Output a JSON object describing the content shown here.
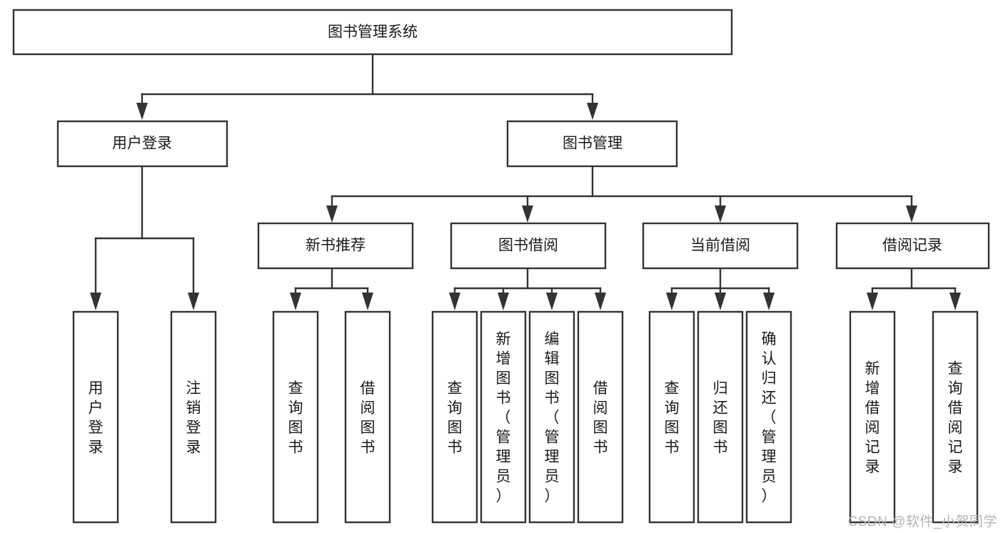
{
  "diagram": {
    "type": "tree-hierarchy",
    "title": "图书管理系统",
    "watermark": "CSDN @软件_小贺同学",
    "colors": {
      "stroke": "#333333",
      "fill": "#ffffff",
      "text": "#1a1a1a",
      "watermark": "#b4b4b4"
    },
    "levels": {
      "root": {
        "label": "图书管理系统"
      },
      "level2": [
        {
          "id": "user-login",
          "label": "用户登录"
        },
        {
          "id": "book-management",
          "label": "图书管理"
        }
      ],
      "level3": [
        {
          "id": "new-book-recommend",
          "label": "新书推荐",
          "parent": "book-management"
        },
        {
          "id": "book-borrow",
          "label": "图书借阅",
          "parent": "book-management"
        },
        {
          "id": "current-borrow",
          "label": "当前借阅",
          "parent": "book-management"
        },
        {
          "id": "borrow-record",
          "label": "借阅记录",
          "parent": "book-management"
        }
      ],
      "leaves": [
        {
          "id": "leaf-user-login",
          "label": "用户登录",
          "parent": "user-login"
        },
        {
          "id": "leaf-logout-login",
          "label": "注销登录",
          "parent": "user-login"
        },
        {
          "id": "leaf-query-book-1",
          "label": "查询图书",
          "parent": "new-book-recommend"
        },
        {
          "id": "leaf-borrow-book-1",
          "label": "借阅图书",
          "parent": "new-book-recommend"
        },
        {
          "id": "leaf-query-book-2",
          "label": "查询图书",
          "parent": "book-borrow"
        },
        {
          "id": "leaf-add-book",
          "label": "新增图书（管理员）",
          "parent": "book-borrow"
        },
        {
          "id": "leaf-edit-book",
          "label": "编辑图书（管理员）",
          "parent": "book-borrow"
        },
        {
          "id": "leaf-borrow-book-2",
          "label": "借阅图书",
          "parent": "book-borrow"
        },
        {
          "id": "leaf-query-book-3",
          "label": "查询图书",
          "parent": "current-borrow"
        },
        {
          "id": "leaf-return-book",
          "label": "归还图书",
          "parent": "current-borrow"
        },
        {
          "id": "leaf-confirm-return",
          "label": "确认归还（管理员）",
          "parent": "current-borrow"
        },
        {
          "id": "leaf-add-record",
          "label": "新增借阅记录",
          "parent": "borrow-record"
        },
        {
          "id": "leaf-query-record",
          "label": "查询借阅记录",
          "parent": "borrow-record"
        }
      ]
    }
  }
}
